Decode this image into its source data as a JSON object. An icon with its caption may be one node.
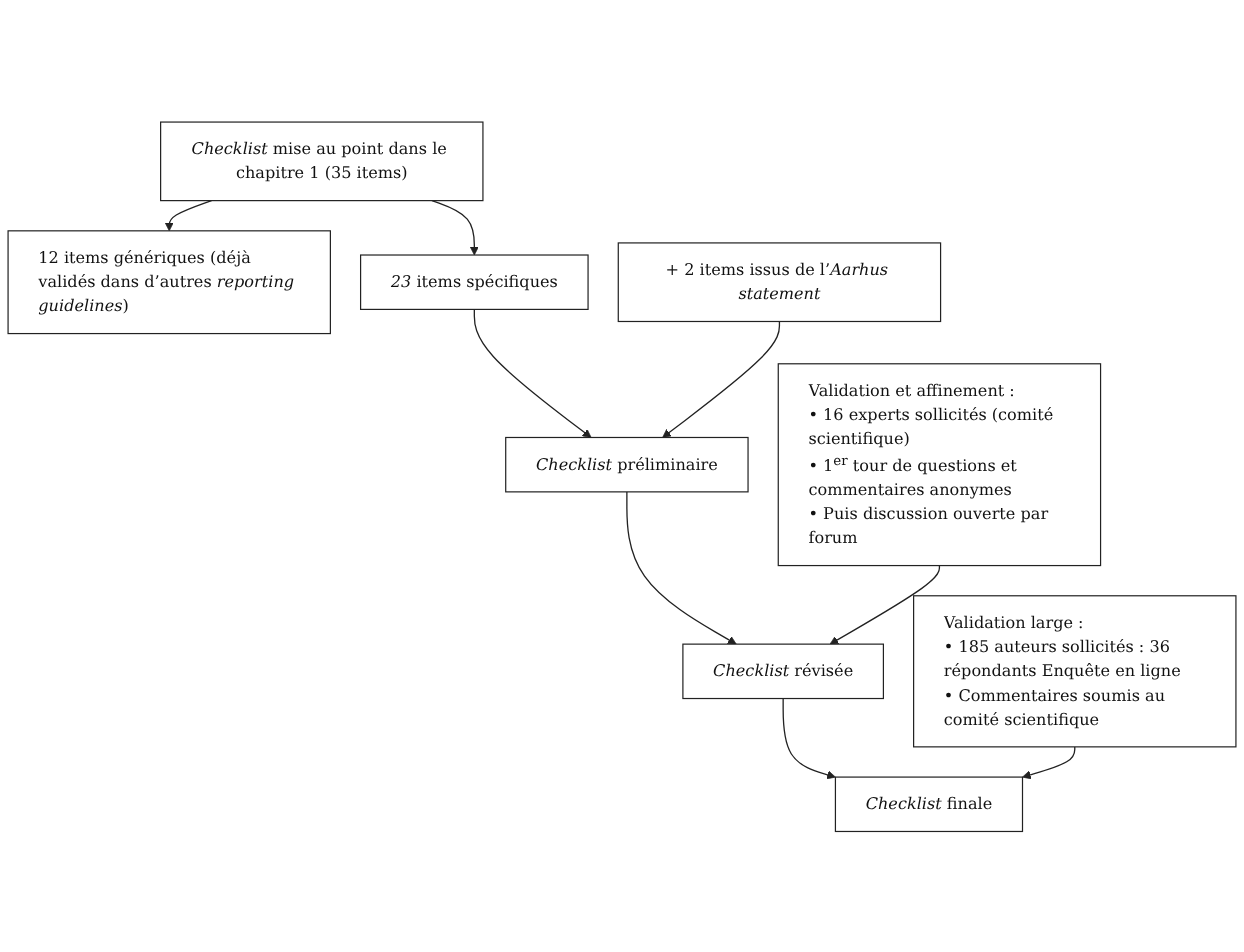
{
  "diagram": {
    "nodes": [
      {
        "text": [
          "*Checklist* mise au point dans le chapitre 1 (35 items)"
        ]
      },
      {
        "text": [
          "12 items génériques (déjà validés dans d’autres *reporting guidelines*)"
        ]
      },
      {
        "text": [
          "*23* items spécifiques"
        ]
      },
      {
        "text": [
          "+ 2 items issus de l’*Aarhus statement*"
        ]
      },
      {
        "text": [
          "*Checklist* préliminaire"
        ]
      },
      {
        "text": [
          "Validation et affinement :",
          "• 16 experts sollicités (comité scientifique)",
          "• 1$^{er}$ tour de questions et commentaires anonymes",
          "• Puis discussion ouverte par forum"
        ]
      },
      {
        "text": [
          "*Checklist* révisée"
        ]
      },
      {
        "text": [
          "Validation large :",
          "• 185 auteurs sollicités : 36 répondants Enquête en ligne",
          "• Commentaires soumis au comité scientifique"
        ]
      },
      {
        "text": [
          "*Checklist* finale"
        ]
      }
    ],
    "edges": [
      {
        "from": 0,
        "to": 2,
        "arrow": "to"
      },
      {
        "from": 0,
        "to": 1,
        "arrow": "to"
      },
      {
        "from": 2,
        "to": 4,
        "arrow": "to"
      },
      {
        "from": 3,
        "to": 4,
        "arrow": "to"
      },
      {
        "from": 4,
        "to": 6,
        "arrow": "to"
      },
      {
        "from": 5,
        "to": 6,
        "arrow": "to"
      },
      {
        "from": 6,
        "to": 8,
        "arrow": "to"
      },
      {
        "from": 7,
        "to": 8,
        "arrow": "to"
      }
    ]
  }
}
